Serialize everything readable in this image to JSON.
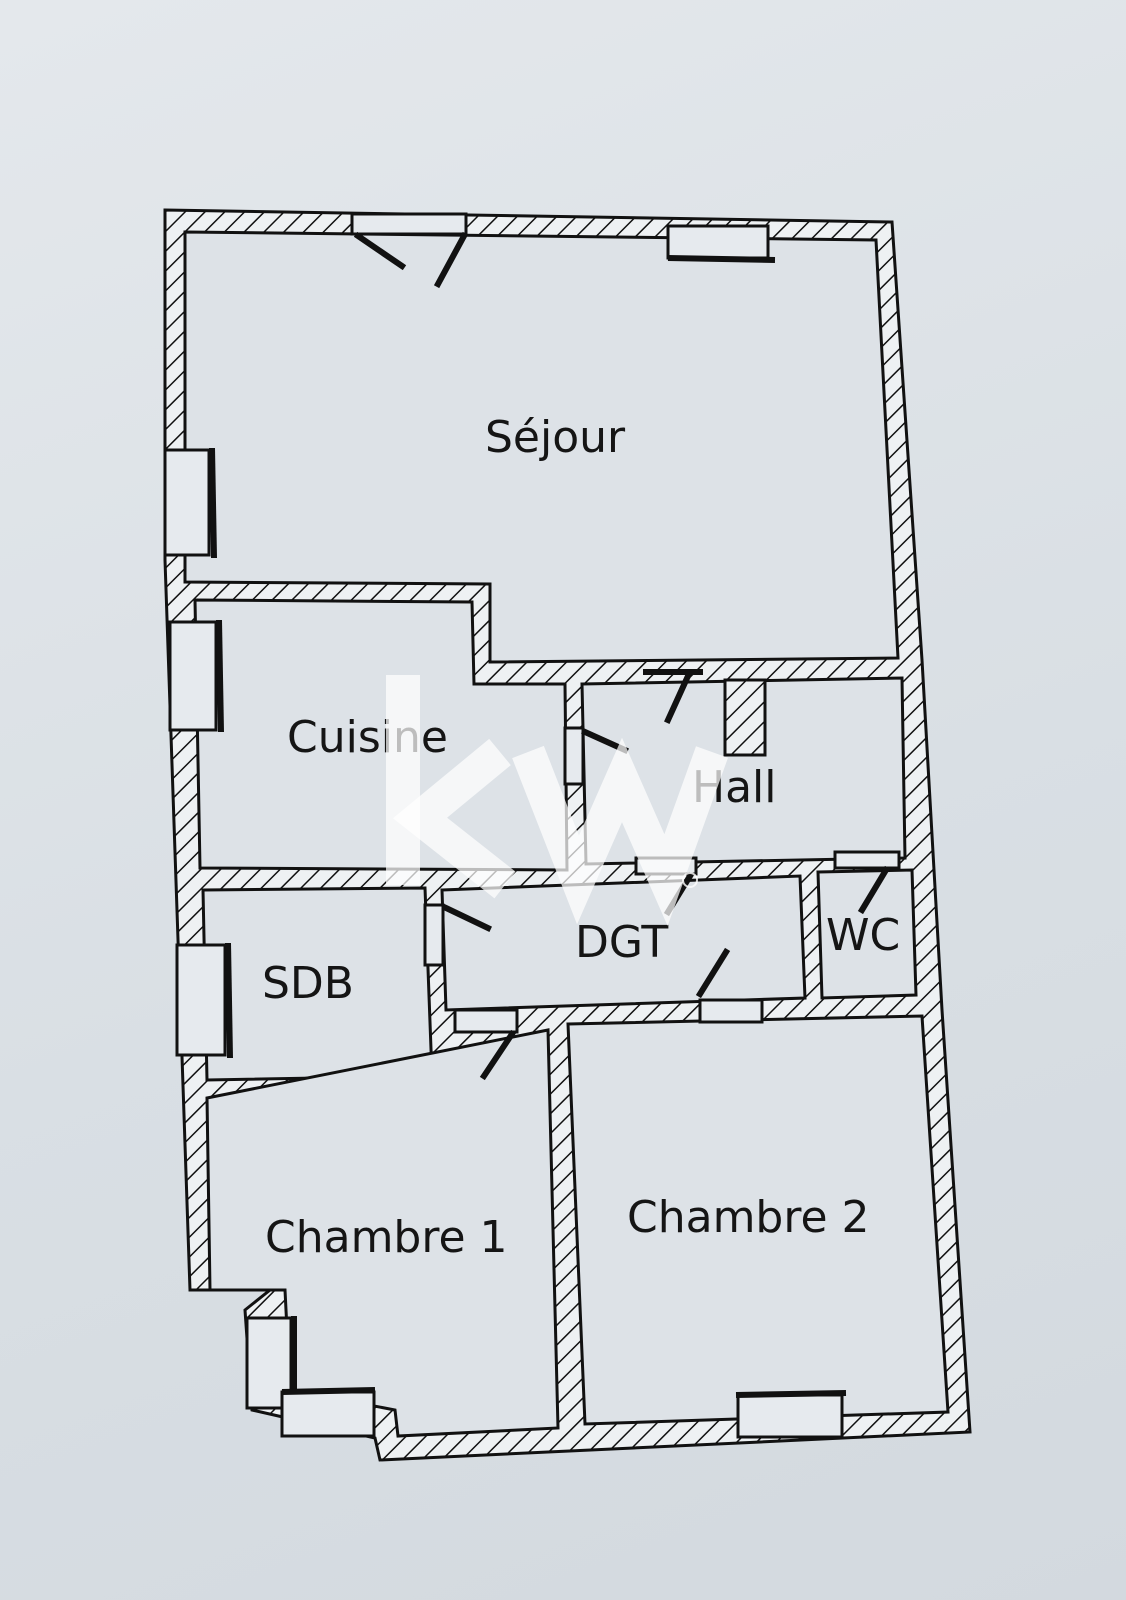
{
  "rooms": {
    "sejour": "Séjour",
    "cuisine": "Cuisine",
    "hall": "Hall",
    "sdb": "SDB",
    "dgt": "DGT",
    "wc": "WC",
    "chambre1": "Chambre 1",
    "chambre2": "Chambre 2"
  },
  "watermark": "kw",
  "colors": {
    "wall": "#111111",
    "paper": "#dde2e7"
  }
}
